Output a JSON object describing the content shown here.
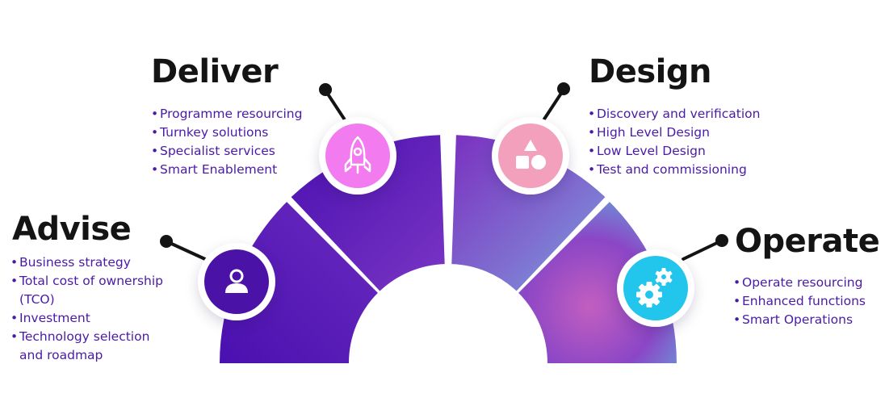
{
  "colors": {
    "advise": "#4b12a8",
    "deliver": "#f27bef",
    "design": "#f2a0bb",
    "operate": "#22c5ec",
    "text_bullets": "#4a1aa6",
    "heading": "#141414"
  },
  "sections": {
    "advise": {
      "title": "Advise",
      "icon": "user-icon",
      "bullets": [
        "Business strategy",
        "Total cost of ownership",
        "(TCO)",
        "Investment",
        "Technology selection",
        "and roadmap"
      ]
    },
    "deliver": {
      "title": "Deliver",
      "icon": "rocket-icon",
      "bullets": [
        "Programme resourcing",
        "Turnkey solutions",
        "Specialist services",
        "Smart Enablement"
      ]
    },
    "design": {
      "title": "Design",
      "icon": "shapes-icon",
      "bullets": [
        "Discovery and verification",
        "High Level Design",
        "Low Level Design",
        "Test and commissioning"
      ]
    },
    "operate": {
      "title": "Operate",
      "icon": "gears-icon",
      "bullets": [
        "Operate resourcing",
        "Enhanced functions",
        "Smart Operations"
      ]
    }
  }
}
